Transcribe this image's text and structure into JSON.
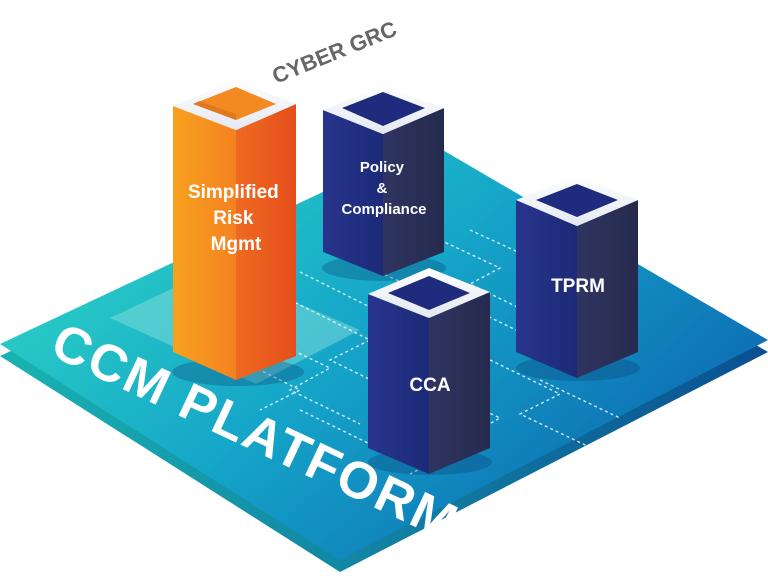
{
  "brand_label": "CYBER GRC",
  "platform_label": "CCM PLATFORM",
  "modules": [
    {
      "id": "simplified-risk-mgmt",
      "lines": [
        "Simplified",
        "Risk",
        "Mgmt"
      ],
      "color": "orange"
    },
    {
      "id": "policy-compliance",
      "lines": [
        "Policy",
        "&",
        "Compliance"
      ],
      "color": "navy"
    },
    {
      "id": "tprm",
      "lines": [
        "TPRM"
      ],
      "color": "navy"
    },
    {
      "id": "cca",
      "lines": [
        "CCA"
      ],
      "color": "navy"
    }
  ],
  "colors": {
    "platform_light": "#1ec9c0",
    "platform_dark": "#0a6fb3",
    "orange_front": "#f7901e",
    "orange_side": "#e8561f",
    "navy_front": "#1d2a78",
    "navy_side": "#2b2f55",
    "brand_text": "#666666"
  }
}
